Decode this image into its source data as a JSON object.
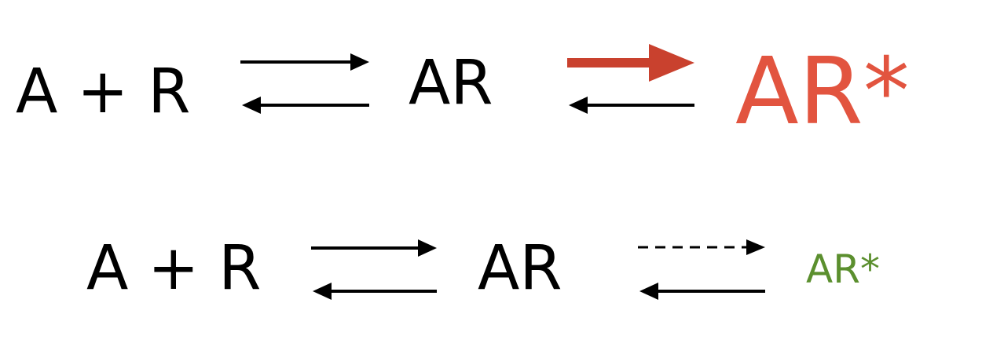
{
  "row1": {
    "reactants": "A + R",
    "intermediate": "AR",
    "product": "AR*",
    "product_color": "#e2543f",
    "activation_arrow_color": "#c9412e",
    "activation_arrow_style": "bold"
  },
  "row2": {
    "reactants": "A + R",
    "intermediate": "AR",
    "product": "AR*",
    "product_color": "#5b8f2e",
    "activation_arrow_color": "#000000",
    "activation_arrow_style": "dashed"
  },
  "text_color": "#000000"
}
